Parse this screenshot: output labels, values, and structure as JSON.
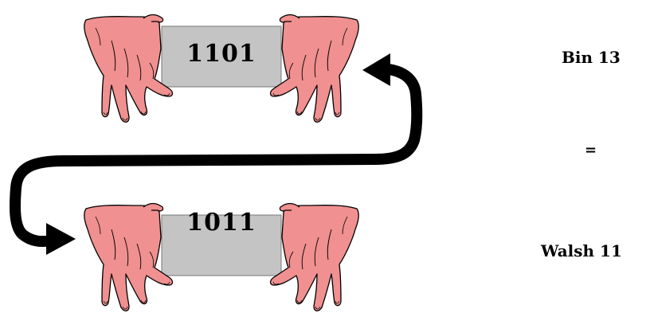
{
  "cards": {
    "top": "1101",
    "bottom": "1011"
  },
  "equivalence": {
    "binary": "Bin 13",
    "equals": "=",
    "walsh": "Walsh 11"
  },
  "colors": {
    "card_fill": "#c4c4c4",
    "hand_fill": "#f09090",
    "hand_outline": "#000000",
    "arrow": "#000000"
  },
  "icons": {
    "hand": "hand-icon",
    "arrow": "curved-swap-arrow"
  }
}
